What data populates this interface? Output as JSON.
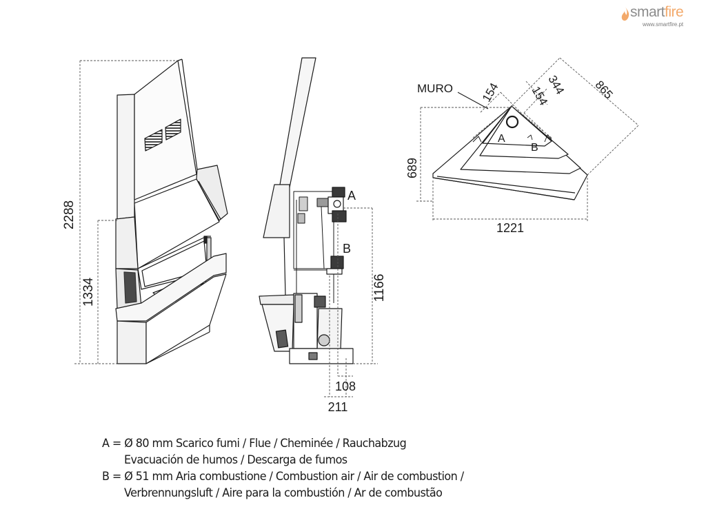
{
  "brand": {
    "name_main": "smart",
    "name_accent": "fire",
    "url": "www.smartfire.pt",
    "accent_color": "#f3a96a",
    "text_color": "#8c8c8c"
  },
  "front_view": {
    "dimensions": {
      "total_height": "2288",
      "lower_height": "1334"
    }
  },
  "side_view": {
    "labels": {
      "a": "A",
      "b": "B"
    },
    "dimensions": {
      "height": "1166",
      "depth_small": "108",
      "depth_large": "211"
    }
  },
  "top_view": {
    "labels": {
      "wall": "MURO",
      "a": "A",
      "b": "B"
    },
    "dimensions": {
      "offset_left": "154",
      "offset_right": "154",
      "side_short": "344",
      "side_long": "865",
      "depth": "689",
      "width": "1221"
    }
  },
  "legend": {
    "line1": "A = Ø 80 mm  Scarico fumi / Flue / Cheminée / Rauchabzug",
    "line2": "Evacuación de humos / Descarga de fumos",
    "line3": "B = Ø 51 mm  Aria combustione / Combustion air / Air de combustion /",
    "line4": "Verbrennungsluft / Aire para la combustión / Ar de combustão"
  },
  "colors": {
    "line": "#1a1a1a",
    "dash": "#555555"
  }
}
